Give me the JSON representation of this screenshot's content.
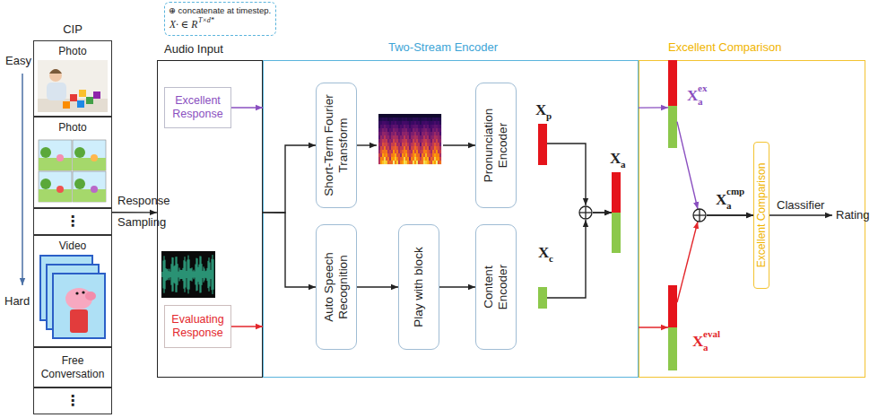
{
  "diagram": {
    "nodes": [
      {
        "text": [
          "CIP"
        ]
      },
      {
        "text": [
          "Photo"
        ],
        "in": 0
      },
      {
        "text": [
          "Photo"
        ],
        "in": 0
      },
      {
        "text": [
          "⋮"
        ],
        "in": 0
      },
      {
        "text": [
          "Video"
        ],
        "in": 0
      },
      {
        "text": [
          "Free Conversation"
        ],
        "in": 0
      },
      {
        "text": [
          "⋮"
        ],
        "in": 0
      },
      {
        "text": [
          "Audio Input"
        ]
      },
      {
        "text": [
          "Excellent Response"
        ],
        "in": 7
      },
      {
        "text": [
          "Evaluating Response"
        ],
        "in": 7
      },
      {
        "text": [
          "Two-Stream Encoder"
        ]
      },
      {
        "text": [
          "Short-Term Fourier Transform"
        ],
        "in": 10
      },
      {
        "text": [
          "Pronunciation Encoder"
        ],
        "in": 10
      },
      {
        "text": [
          "Auto Speech Recognition"
        ],
        "in": 10
      },
      {
        "text": [
          "Play with block"
        ],
        "in": 10
      },
      {
        "text": [
          "Content Encoder"
        ],
        "in": 10
      },
      {
        "text": [
          "X",
          "p"
        ],
        "in": 10
      },
      {
        "text": [
          "X",
          "c"
        ],
        "in": 10
      },
      {
        "text": [
          "X",
          "a"
        ],
        "in": 10
      },
      {
        "text": [
          "Excellent Comparison"
        ]
      },
      {
        "text": [
          "X",
          "a",
          "ex"
        ],
        "in": 19
      },
      {
        "text": [
          "X",
          "a",
          "eval"
        ],
        "in": 19
      },
      {
        "text": [
          "Excellent Comparison"
        ],
        "in": 19
      },
      {
        "text": [
          "⊕ concatenate at timestep.",
          "X· ∈ R",
          "T×d*"
        ]
      }
    ],
    "edges": [
      {
        "from": 0,
        "to": 7,
        "arrow": "to",
        "label": "Response Sampling"
      },
      {
        "from": 8,
        "to": 10,
        "arrow": "to"
      },
      {
        "from": 9,
        "to": 10,
        "arrow": "to"
      },
      {
        "from": 7,
        "to": 11,
        "arrow": "to"
      },
      {
        "from": 7,
        "to": 13,
        "arrow": "to"
      },
      {
        "from": 11,
        "to": 12,
        "arrow": "to"
      },
      {
        "from": 13,
        "to": 14,
        "arrow": "to"
      },
      {
        "from": 14,
        "to": 15,
        "arrow": "to"
      },
      {
        "from": 16,
        "to": 18,
        "arrow": "to"
      },
      {
        "from": 17,
        "to": 18,
        "arrow": "to"
      },
      {
        "from": 10,
        "to": 20,
        "arrow": "to"
      },
      {
        "from": 10,
        "to": 21,
        "arrow": "to"
      },
      {
        "from": 20,
        "to": 22,
        "arrow": "to"
      },
      {
        "from": 21,
        "to": 22,
        "arrow": "to"
      }
    ],
    "labels": [
      "Easy",
      "Hard",
      "X",
      "a",
      "cmp",
      "Classifier",
      "Rating"
    ]
  }
}
